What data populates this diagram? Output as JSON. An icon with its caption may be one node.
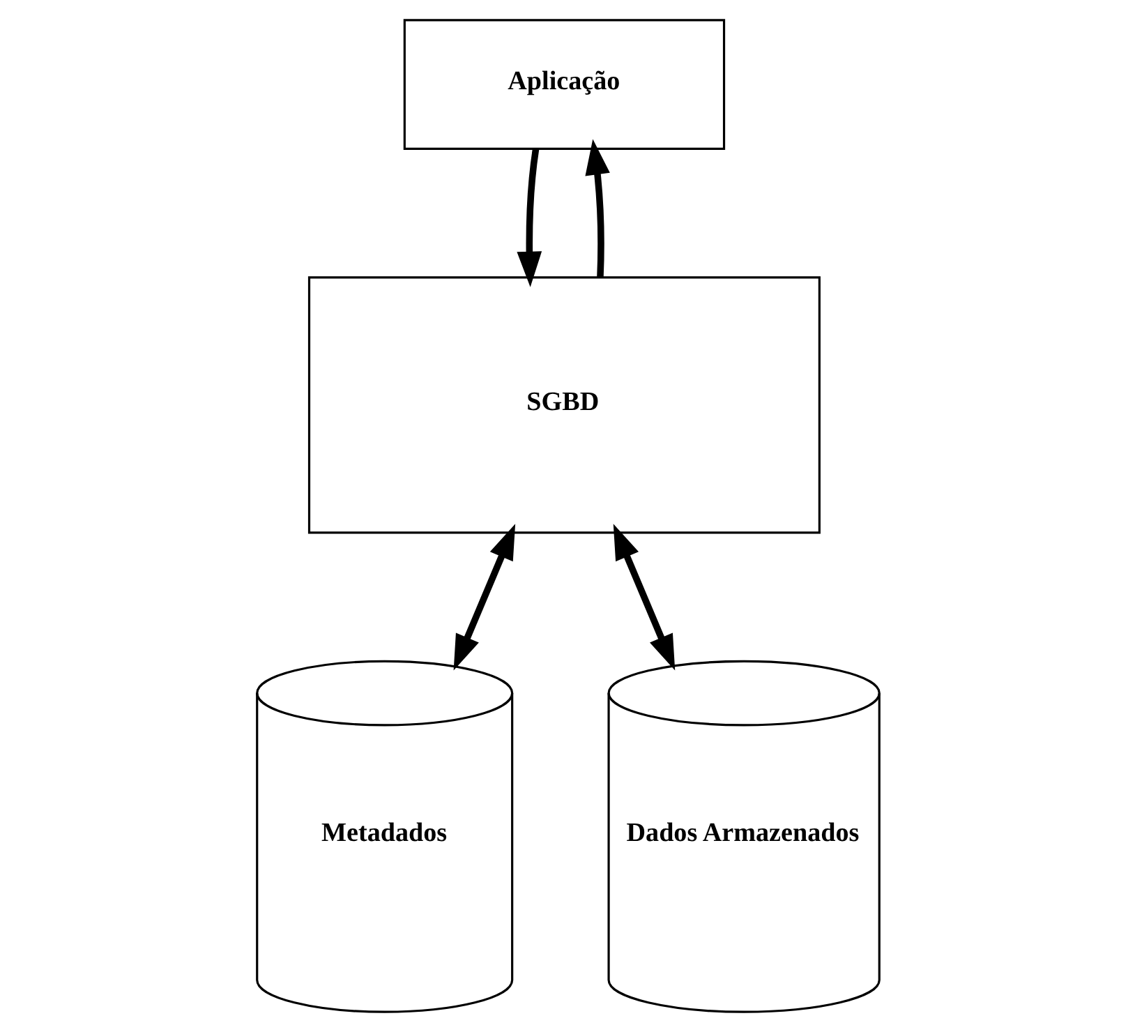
{
  "diagram": {
    "nodes": [
      {
        "text": [
          "Aplicação"
        ]
      },
      {
        "text": [
          "SGBD"
        ]
      },
      {
        "text": [
          "Metadados"
        ]
      },
      {
        "text": [
          "Dados Armazenados"
        ]
      }
    ],
    "edges": [
      {
        "from": 0,
        "to": 1,
        "arrow": "to"
      },
      {
        "from": 1,
        "to": 0,
        "arrow": "to"
      },
      {
        "from": 1,
        "to": 2,
        "arrow": "both"
      },
      {
        "from": 1,
        "to": 3,
        "arrow": "both"
      }
    ]
  }
}
